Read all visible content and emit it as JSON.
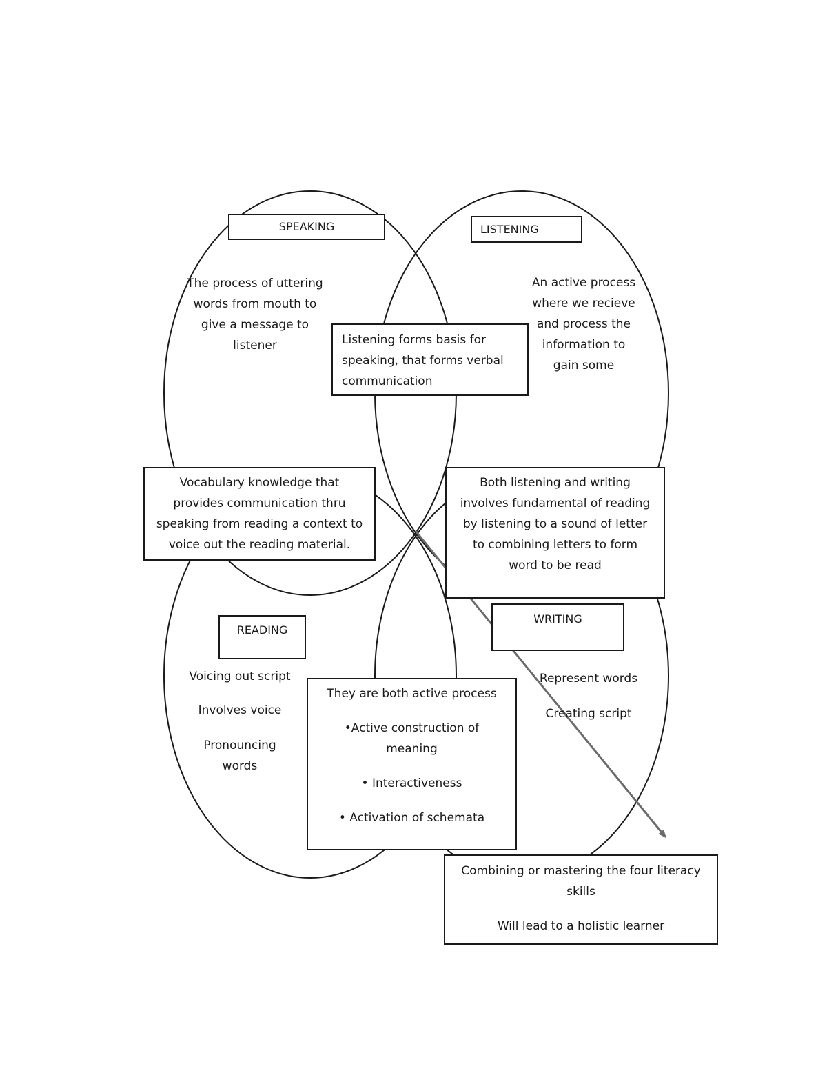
{
  "speaking": {
    "label": "SPEAKING",
    "desc": [
      "The process of uttering",
      "words from mouth to",
      "give a message to",
      "listener"
    ]
  },
  "listening": {
    "label": "LISTENING",
    "desc": [
      "An active process",
      "where we recieve",
      "and process the",
      "information to",
      "gain some"
    ]
  },
  "reading": {
    "label": "READING",
    "items": [
      "Voicing out script",
      "Involves voice",
      "Pronouncing",
      "words"
    ]
  },
  "writing": {
    "label": "WRITING",
    "items": [
      "Represent words",
      "Creating script"
    ]
  },
  "overlap_speaking_listening": [
    "Listening forms basis for",
    "speaking, that forms verbal",
    "communication"
  ],
  "overlap_speaking_reading": [
    "Vocabulary knowledge that",
    "provides communication thru",
    "speaking from reading a context to",
    "voice out the reading material."
  ],
  "overlap_listening_writing": [
    "Both listening and writing",
    "involves fundamental of reading",
    "by listening to a sound of letter",
    "to combining letters to form",
    "word to be read"
  ],
  "overlap_reading_writing": {
    "heading": "They are both active process",
    "bullet1": [
      "•Active construction of",
      "meaning"
    ],
    "bullet2": "• Interactiveness",
    "bullet3": "• Activation of schemata"
  },
  "conclusion": {
    "line1": [
      "Combining or mastering the four literacy",
      "skills"
    ],
    "line2": "Will lead to a holistic learner"
  },
  "colors": {
    "outline": "#1a1a1a",
    "arrow": "#6b6b6b"
  }
}
